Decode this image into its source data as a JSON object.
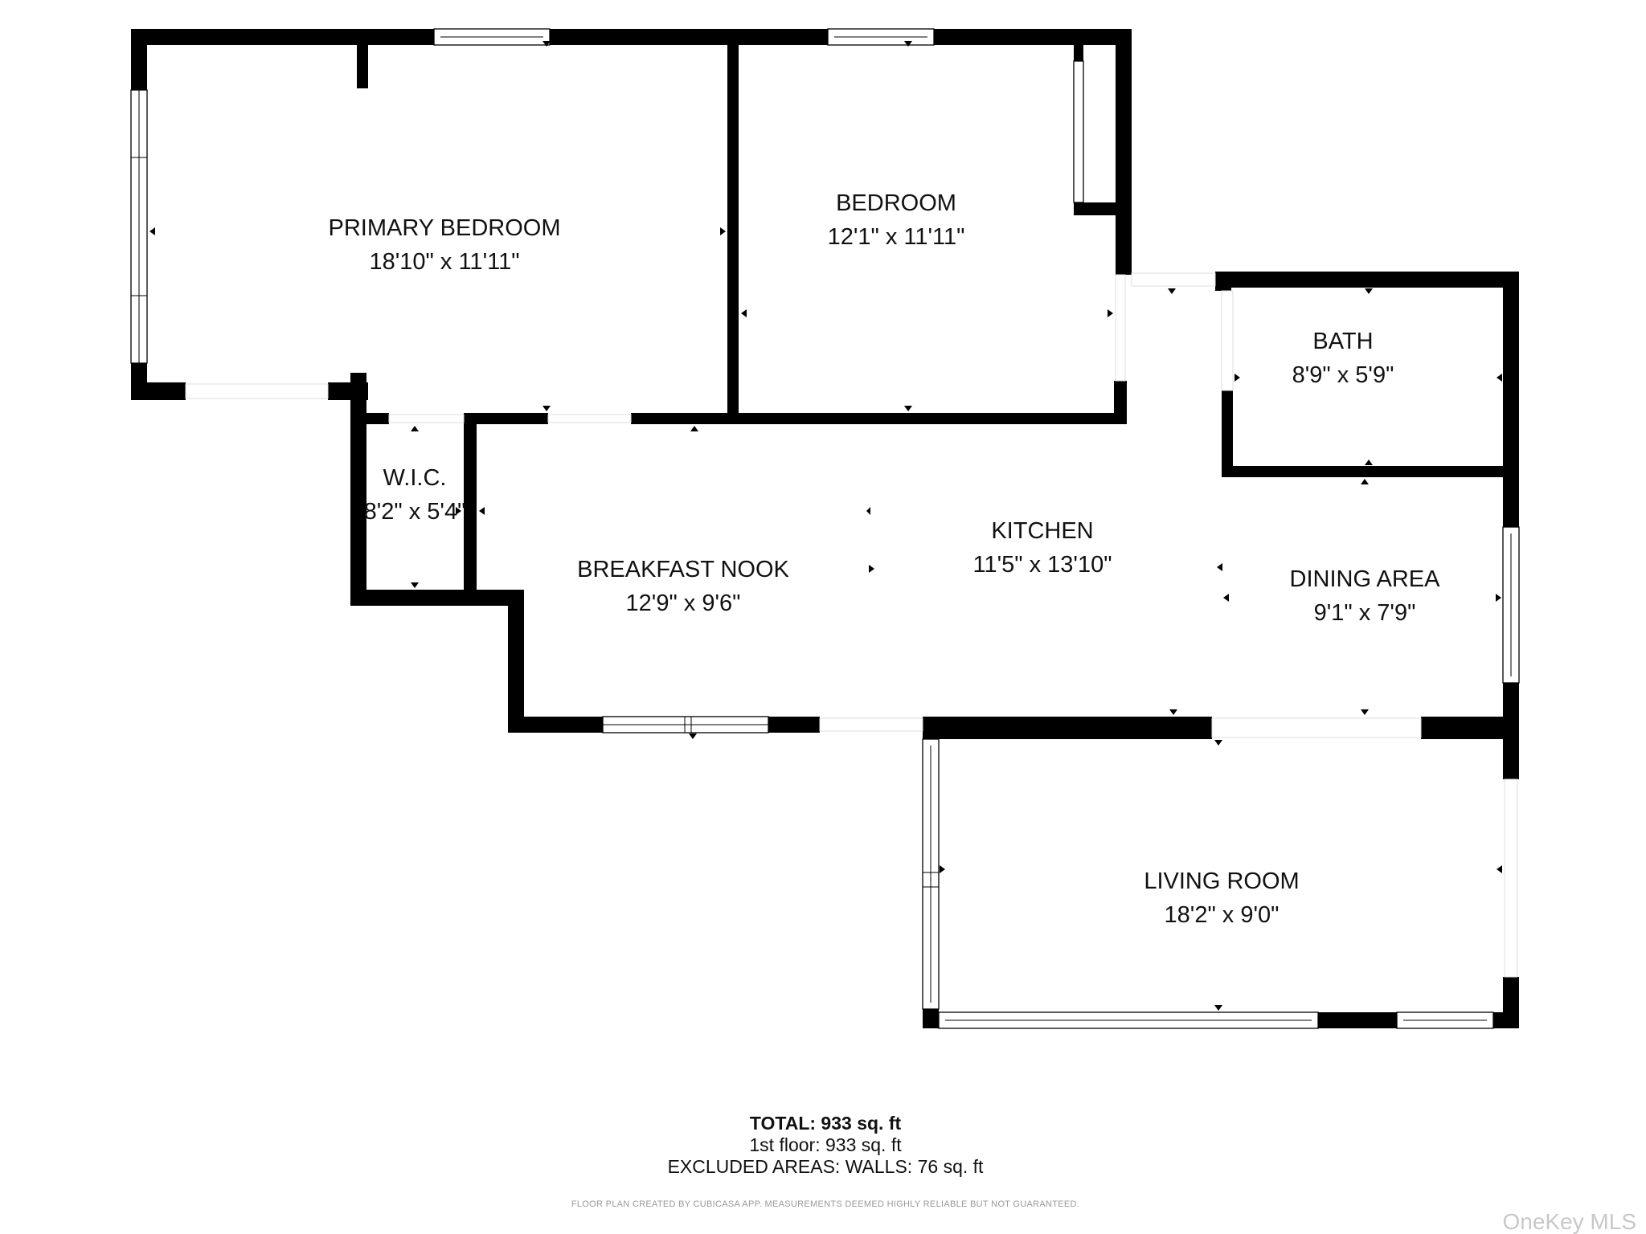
{
  "rooms": {
    "primary_bedroom": {
      "name": "PRIMARY BEDROOM",
      "dims": "18'10\" x 11'11\""
    },
    "bedroom": {
      "name": "BEDROOM",
      "dims": "12'1\" x 11'11\""
    },
    "bath": {
      "name": "BATH",
      "dims": "8'9\" x 5'9\""
    },
    "wic": {
      "name": "W.I.C.",
      "dims": "8'2\" x 5'4\""
    },
    "breakfast_nook": {
      "name": "BREAKFAST NOOK",
      "dims": "12'9\" x 9'6\""
    },
    "kitchen": {
      "name": "KITCHEN",
      "dims": "11'5\" x 13'10\""
    },
    "dining_area": {
      "name": "DINING AREA",
      "dims": "9'1\" x 7'9\""
    },
    "living_room": {
      "name": "LIVING ROOM",
      "dims": "18'2\" x 9'0\""
    }
  },
  "summary": {
    "total_label": "TOTAL: 933 sq. ft",
    "floor_line": "1st floor: 933 sq. ft",
    "excluded_line": "EXCLUDED AREAS: WALLS: 76 sq. ft"
  },
  "disclaimer": "FLOOR PLAN CREATED BY CUBICASA APP. MEASUREMENTS DEEMED HIGHLY RELIABLE BUT NOT GUARANTEED.",
  "watermark": "OneKey MLS",
  "colors": {
    "wall": "#000000",
    "background": "#ffffff",
    "watermark": "#c8c8c8"
  }
}
